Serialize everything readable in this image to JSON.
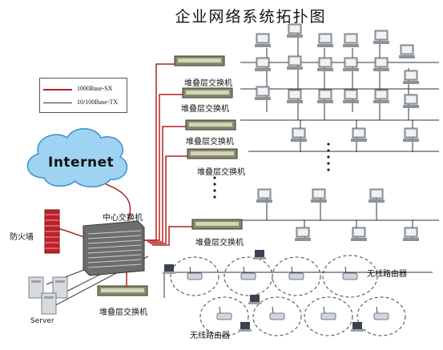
{
  "title": "企业网络系统拓扑图",
  "legend": {
    "items": [
      {
        "label": "1000Base-SX",
        "color": "#b32020"
      },
      {
        "label": "10/100Base-TX",
        "color": "#333333"
      }
    ]
  },
  "cloud_label": "Internet",
  "firewall_label": "防火墙",
  "core_switch_label": "中心交换机",
  "server_label": "Server",
  "stack_switch_labels": [
    "堆叠层交换机",
    "堆叠层交换机",
    "堆叠层交换机",
    "堆叠层交换机",
    "堆叠层交换机",
    "堆叠层交换机"
  ],
  "wireless_router_labels": [
    "无线路由器",
    "无线路由器"
  ],
  "colors": {
    "fiber": "#b32020",
    "copper": "#333333",
    "cloud_fill": "#9fd3f2",
    "cloud_edge": "#3a8fd0",
    "firewall": "#c0202a",
    "switch_body": "#8a8a6a",
    "pc": "#b8bcc2"
  }
}
